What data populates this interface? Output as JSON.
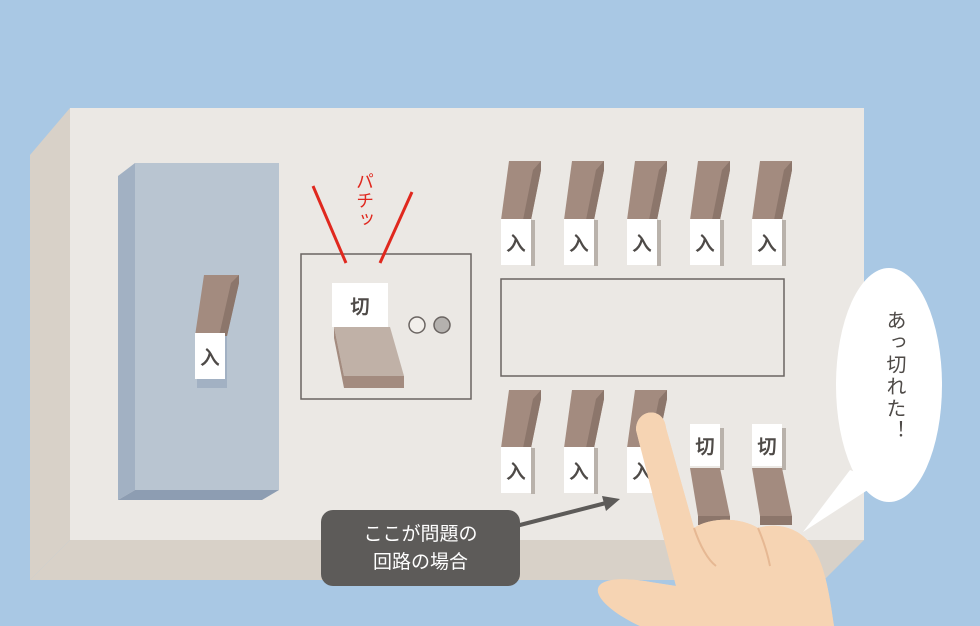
{
  "main_switch": {
    "label": "入"
  },
  "leak_breaker": {
    "label": "切",
    "sound": "パチッ"
  },
  "top_breakers": [
    {
      "label": "入"
    },
    {
      "label": "入"
    },
    {
      "label": "入"
    },
    {
      "label": "入"
    },
    {
      "label": "入"
    }
  ],
  "bottom_breakers": [
    {
      "label": "入"
    },
    {
      "label": "入"
    },
    {
      "label": "入"
    },
    {
      "label": "切"
    },
    {
      "label": "切"
    }
  ],
  "speech_bubble": {
    "text": "あっ切れた！"
  },
  "callout": {
    "line1": "ここが問題の",
    "line2": "回路の場合"
  },
  "colors": {
    "background": "#a9c8e4",
    "panel": "#e9e6e2",
    "breaker_lever": "#a38b7f",
    "warning_red": "#e0281e",
    "callout_bg": "#5d5b59",
    "hand": "#f6d4b3"
  }
}
